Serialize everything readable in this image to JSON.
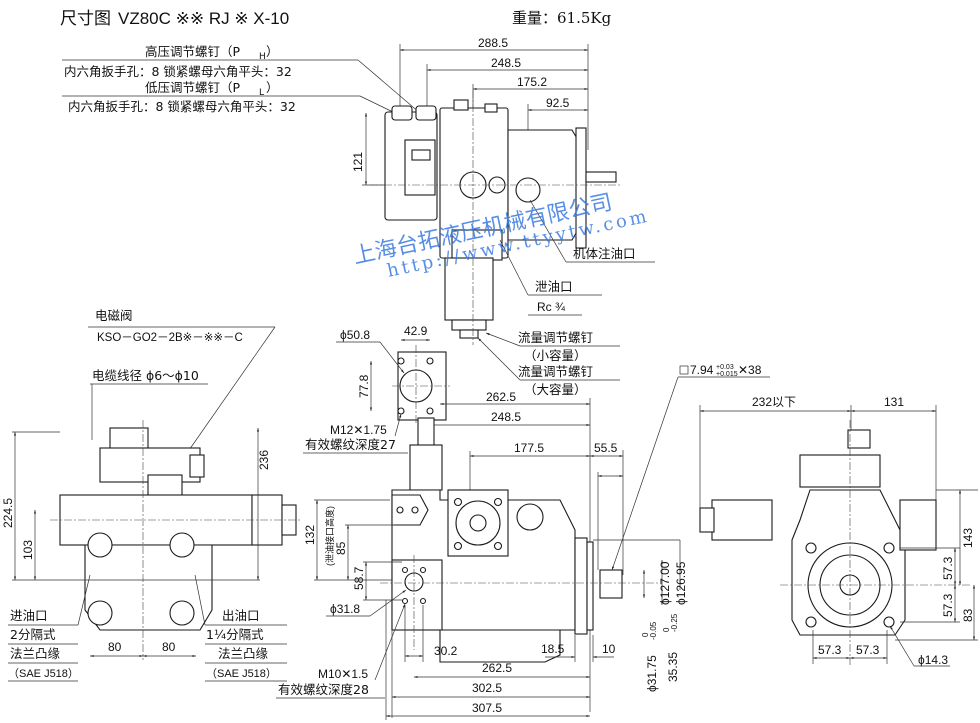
{
  "title": {
    "label": "尺寸图",
    "model": "VZ80C ※※ RJ ※ X-10",
    "weight": "重量：61.5Kg"
  },
  "watermark": {
    "company": "上海台拓液压机械有限公司",
    "url": "http://www.ttyytw.com",
    "color": "#3a7be0"
  },
  "top_view": {
    "callouts": {
      "high_pressure_screw": "高压调节螺钉（P",
      "high_pressure_sub": "H",
      "high_pressure_spec": "内六角扳手孔：8 锁紧螺母六角平头：32",
      "low_pressure_screw": "低压调节螺钉（P",
      "low_pressure_sub": "L",
      "low_pressure_spec": "内六角扳手孔：8 锁紧螺母六角平头：32",
      "body_fill_port": "机体注油口",
      "drain_port": "泄油口",
      "drain_port_thread": "Rc ¾",
      "flow_screw_small": "流量调节螺钉",
      "flow_screw_small_note": "（小容量）",
      "flow_screw_large": "流量调节螺钉",
      "flow_screw_large_note": "（大容量）",
      "close_paren": "）"
    },
    "dimensions": {
      "d1": "288.5",
      "d2": "248.5",
      "d3": "175.2",
      "d4": "92.5",
      "height": "121"
    }
  },
  "left_view": {
    "callouts": {
      "solenoid_valve": "电磁阀",
      "solenoid_model": "KSO－GO2－2B※－※※－C",
      "cable_diameter": "电缆线径 ϕ6～ϕ10",
      "inlet_port": "进油口",
      "inlet_size": "2分隔式",
      "inlet_flange": "法兰凸缘",
      "inlet_std": "（SAE  J518）",
      "outlet_port": "出油口",
      "outlet_size": "1¼分隔式",
      "outlet_flange": "法兰凸缘",
      "outlet_std": "（SAE  J518）"
    },
    "dimensions": {
      "total_height": "224.5",
      "axis_height": "103",
      "valve_height": "236",
      "left_flange": "80",
      "right_flange": "80"
    }
  },
  "flange_detail": {
    "bore": "ϕ50.8",
    "hole_spacing_h": "42.9",
    "hole_spacing_v": "77.8",
    "thread": "M12✕1.75",
    "thread_depth": "有效螺纹深度27"
  },
  "front_view": {
    "dimensions": {
      "d262": "262.5",
      "d248": "248.5",
      "d177": "177.5",
      "d55": "55.5",
      "drain_height": "132",
      "drain_height_note": "(泄油接口高度)",
      "d85": "85",
      "d58": "58.7",
      "bore": "ϕ31.8",
      "d30": "30.2",
      "d18": "18.5",
      "d10": "10",
      "b262": "262.5",
      "b302": "302.5",
      "b307": "307.5",
      "pilot1": "ϕ127.00",
      "pilot2": "ϕ126.95",
      "shaft_dia": "ϕ31.75",
      "shaft_dia_tol": "-0.05",
      "shaft_key": "35.35",
      "shaft_key_tol": "-0.25",
      "tol_zero": "0",
      "thread": "M10✕1.5",
      "thread_depth": "有效螺纹深度28",
      "key_spec": "7.94",
      "key_tol_upper": "+0.03",
      "key_tol_lower": "+0.015",
      "key_len": "✕38"
    }
  },
  "right_view": {
    "dimensions": {
      "width_left": "232以下",
      "width_right": "131",
      "top_height": "143",
      "half_upper": "57.3",
      "half_lower": "57.3",
      "bottom_height": "83",
      "bolt_left": "57.3",
      "bolt_right": "57.3",
      "hole": "ϕ14.3"
    }
  }
}
